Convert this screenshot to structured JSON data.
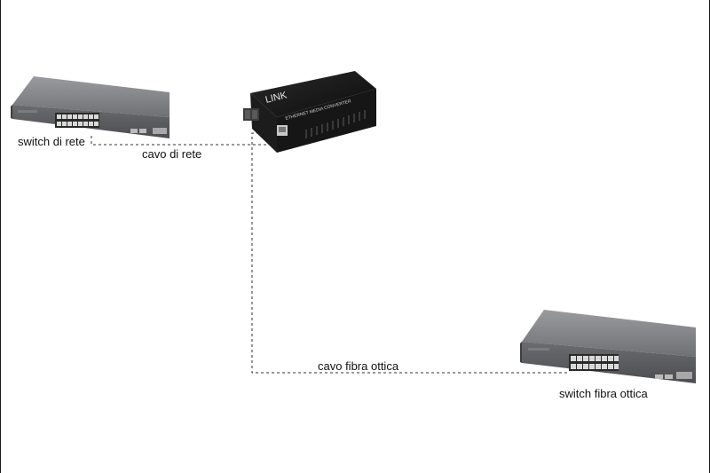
{
  "labels": {
    "network_switch": "switch di rete",
    "network_cable": "cavo di rete",
    "fiber_cable": "cavo fibra ottica",
    "fiber_switch": "switch fibra ottica"
  },
  "converter": {
    "logo_text": "LINK",
    "model_text": "ETHERNET MEDIA CONVERTER"
  },
  "colors": {
    "device_body": "#5f6064",
    "device_top": "#8a8b8f",
    "converter_body": "#111111",
    "cable": "#333333"
  }
}
